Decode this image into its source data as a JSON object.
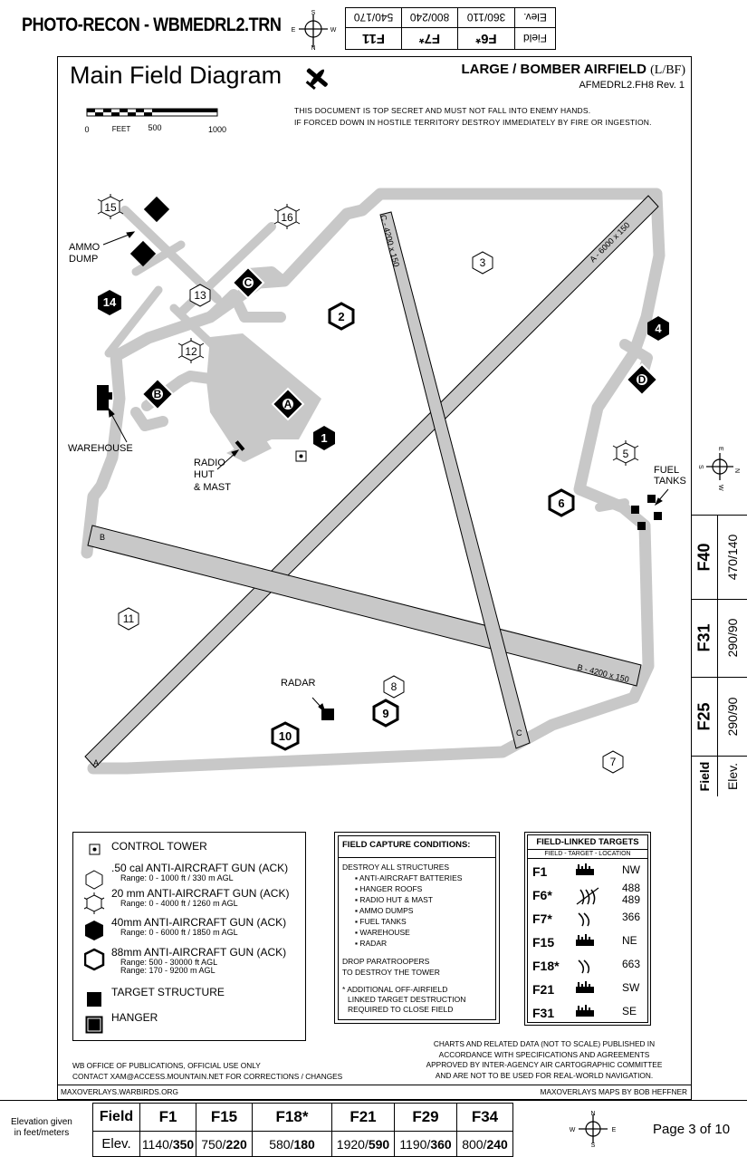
{
  "header": {
    "title": "PHOTO-RECON - WBMEDRL2.TRN",
    "compass": {
      "n": "N",
      "s": "S",
      "e": "E",
      "w": "W"
    },
    "cols": [
      {
        "field": "F11",
        "elev": "540/170"
      },
      {
        "field": "F7*",
        "elev": "800/240"
      },
      {
        "field": "F6*",
        "elev": "360/110"
      }
    ],
    "field_label": "Field",
    "elev_label": "Elev."
  },
  "main": {
    "title": "Main Field Diagram",
    "airfield": "LARGE / BOMBER AIRFIELD",
    "airfield_type": "(L/BF)",
    "file": "AFMEDRL2.FH8  Rev. 1",
    "secret_line1": "THIS DOCUMENT IS TOP SECRET AND MUST NOT FALL INTO ENEMY HANDS.",
    "secret_line2": "IF FORCED DOWN IN HOSTILE TERRITORY DESTROY IMMEDIATELY BY FIRE OR INGESTION.",
    "scale": {
      "zero": "0",
      "feet": "FEET",
      "mid": "500",
      "max": "1000"
    }
  },
  "map": {
    "runways": {
      "a": "A - 6000 x 150",
      "b": "B - 4200 x 150",
      "c": "C - 4200 x 150",
      "a_end": "A",
      "b_end": "B",
      "c_end": "C"
    },
    "labels": {
      "ammo": "AMMO",
      "dump": "DUMP",
      "warehouse": "WAREHOUSE",
      "radio1": "RADIO",
      "radio2": "HUT",
      "radio3": "& MAST",
      "fuel1": "FUEL",
      "fuel2": "TANKS",
      "radar": "RADAR"
    },
    "hangars": {
      "a": "A",
      "b": "B",
      "c": "C",
      "d": "D"
    },
    "guns": [
      "1",
      "2",
      "3",
      "4",
      "5",
      "6",
      "7",
      "8",
      "9",
      "10",
      "11",
      "12",
      "13",
      "14",
      "15",
      "16"
    ]
  },
  "legend": {
    "control_tower": "CONTROL TOWER",
    "g50": ".50 cal  ANTI-AIRCRAFT GUN (ACK)",
    "g50_range": "Range: 0 - 1000 ft / 330 m AGL",
    "g20": "20 mm ANTI-AIRCRAFT GUN (ACK)",
    "g20_range": "Range: 0 - 4000 ft / 1260 m AGL",
    "g40": "40mm ANTI-AIRCRAFT GUN  (ACK)",
    "g40_range": "Range: 0 - 6000 ft / 1850 m AGL",
    "g88": "88mm ANTI-AIRCRAFT GUN  (ACK)",
    "g88_range1": "Range: 500 - 30000 ft AGL",
    "g88_range2": "Range: 170 - 9200 m AGL",
    "target": "TARGET STRUCTURE",
    "hanger": "HANGER"
  },
  "capture": {
    "title": "FIELD CAPTURE CONDITIONS:",
    "destroy": "DESTROY ALL STRUCTURES",
    "items": [
      "ANTI-AIRCRAFT BATTERIES",
      "HANGER ROOFS",
      "RADIO HUT & MAST",
      "AMMO DUMPS",
      "FUEL TANKS",
      "WAREHOUSE",
      "RADAR"
    ],
    "drop1": "DROP PARATROOPERS",
    "drop2": "TO DESTROY THE TOWER",
    "note1": "* ADDITIONAL OFF-AIRFIELD",
    "note2": "LINKED TARGET DESTRUCTION",
    "note3": "REQUIRED TO CLOSE FIELD"
  },
  "linked": {
    "title": "FIELD-LINKED TARGETS",
    "sub": "FIELD  -  TARGET -  LOCATION",
    "rows": [
      {
        "field": "F1",
        "icon": "factory-icon",
        "loc": "NW"
      },
      {
        "field": "F6*",
        "icon": "bridges-icon",
        "loc": "488\n489"
      },
      {
        "field": "F7*",
        "icon": "bridge-icon",
        "loc": "366"
      },
      {
        "field": "F15",
        "icon": "factory-icon",
        "loc": "NE"
      },
      {
        "field": "F18*",
        "icon": "bridge-icon",
        "loc": "663"
      },
      {
        "field": "F21",
        "icon": "factory-icon",
        "loc": "SW"
      },
      {
        "field": "F31",
        "icon": "factory-icon",
        "loc": "SE"
      }
    ]
  },
  "footer": {
    "charts1": "CHARTS AND RELATED DATA (NOT TO SCALE) PUBLISHED IN",
    "charts2": "ACCORDANCE WITH SPECIFICATIONS AND AGREEMENTS",
    "charts3": "APPROVED BY INTER-AGENCY AIR CARTOGRAPHIC COMMITTEE",
    "charts4": "AND ARE NOT TO BE USED FOR REAL-WORLD NAVIGATION.",
    "office1": "WB OFFICE OF PUBLICATIONS, OFFICIAL USE ONLY",
    "office2": "CONTACT XAM@ACCESS.MOUNTAIN.NET FOR CORRECTIONS / CHANGES",
    "site": "MAXOVERLAYS.WARBIRDS.ORG",
    "author": "MAXOVERLAYS MAPS BY BOB HEFFNER"
  },
  "side": {
    "compass": {
      "n": "N",
      "s": "S",
      "e": "E",
      "w": "W"
    },
    "rows": [
      {
        "field": "F40",
        "elev": "470/140"
      },
      {
        "field": "F31",
        "elev": "290/90"
      },
      {
        "field": "F25",
        "elev": "290/90"
      }
    ],
    "field_label": "Field",
    "elev_label": "Elev."
  },
  "bottom": {
    "elev_note1": "Elevation given",
    "elev_note2": "in feet/meters",
    "field_label": "Field",
    "elev_label": "Elev.",
    "cols": [
      {
        "field": "F1",
        "ft": "1140/",
        "m": "350"
      },
      {
        "field": "F15",
        "ft": "750/",
        "m": "220"
      },
      {
        "field": "F18*",
        "ft": "580/",
        "m": "180"
      },
      {
        "field": "F21",
        "ft": "1920/",
        "m": "590"
      },
      {
        "field": "F29",
        "ft": "1190/",
        "m": "360"
      },
      {
        "field": "F34",
        "ft": "800/",
        "m": "240"
      }
    ],
    "compass": {
      "n": "N",
      "s": "S",
      "e": "E",
      "w": "W"
    },
    "page": "Page 3 of 10"
  }
}
